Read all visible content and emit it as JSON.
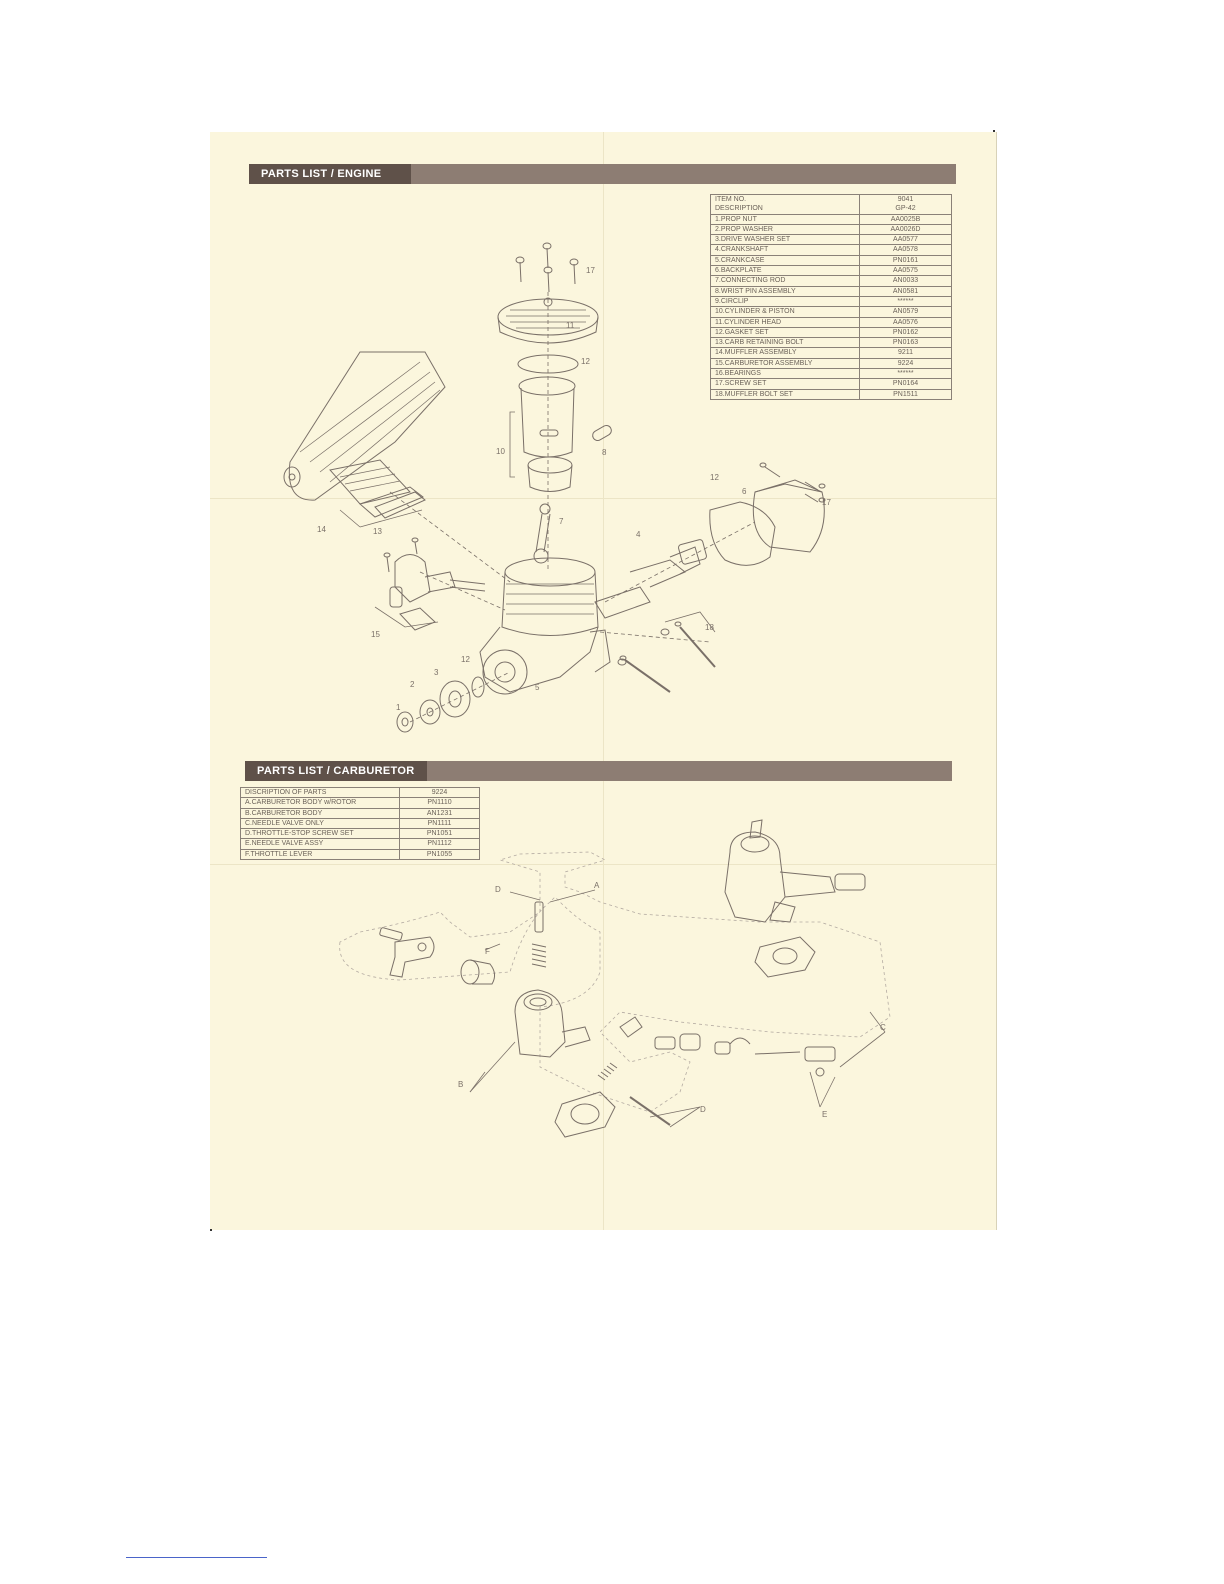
{
  "engine": {
    "header": "PARTS LIST / ENGINE",
    "col_desc_1": "ITEM NO.",
    "col_desc_2": "DESCRIPTION",
    "col_code_1": "9041",
    "col_code_2": "GP-42",
    "rows": [
      {
        "desc": "1.PROP NUT",
        "code": "AA0025B"
      },
      {
        "desc": "2.PROP WASHER",
        "code": "AA0026D"
      },
      {
        "desc": "3.DRIVE WASHER SET",
        "code": "AA0577"
      },
      {
        "desc": "4.CRANKSHAFT",
        "code": "AA0578"
      },
      {
        "desc": "5.CRANKCASE",
        "code": "PN0161"
      },
      {
        "desc": "6.BACKPLATE",
        "code": "AA0575"
      },
      {
        "desc": "7.CONNECTING ROD",
        "code": "AN0033"
      },
      {
        "desc": "8.WRIST PIN ASSEMBLY",
        "code": "AN0581"
      },
      {
        "desc": "9.CIRCLIP",
        "code": "******"
      },
      {
        "desc": "10.CYLINDER & PISTON",
        "code": "AN0579"
      },
      {
        "desc": "11.CYLINDER HEAD",
        "code": "AA0576"
      },
      {
        "desc": "12.GASKET SET",
        "code": "PN0162"
      },
      {
        "desc": "13.CARB RETAINING BOLT",
        "code": "PN0163"
      },
      {
        "desc": "14.MUFFLER ASSEMBLY",
        "code": "9211"
      },
      {
        "desc": "15.CARBURETOR ASSEMBLY",
        "code": "9224"
      },
      {
        "desc": "16.BEARINGS",
        "code": "******"
      },
      {
        "desc": "17.SCREW SET",
        "code": "PN0164"
      },
      {
        "desc": "18.MUFFLER BOLT SET",
        "code": "PN1511"
      }
    ],
    "callouts": [
      "1",
      "2",
      "3",
      "4",
      "5",
      "6",
      "7",
      "8",
      "10",
      "11",
      "12",
      "12",
      "12",
      "13",
      "14",
      "15",
      "17",
      "17",
      "18"
    ]
  },
  "carburetor": {
    "header": "PARTS LIST /  CARBURETOR",
    "col_desc": "DISCRIPTION OF PARTS",
    "col_code": "9224",
    "rows": [
      {
        "desc": "A.CARBURETOR BODY w/ROTOR",
        "code": "PN1110"
      },
      {
        "desc": "B.CARBURETOR BODY",
        "code": "AN1231"
      },
      {
        "desc": "C.NEEDLE VALVE ONLY",
        "code": "PN1111"
      },
      {
        "desc": "D.THROTTLE-STOP SCREW SET",
        "code": "PN1051"
      },
      {
        "desc": "E.NEEDLE VALVE ASSY",
        "code": "PN1112"
      },
      {
        "desc": "F.THROTTLE LEVER",
        "code": "PN1055"
      }
    ],
    "callouts": [
      "A",
      "B",
      "C",
      "D",
      "D",
      "E",
      "F"
    ]
  },
  "colors": {
    "paper": "#fbf6dd",
    "header_bar": "#8d7d73",
    "header_label_bg": "#5f5149",
    "ink": "#6b6259"
  }
}
